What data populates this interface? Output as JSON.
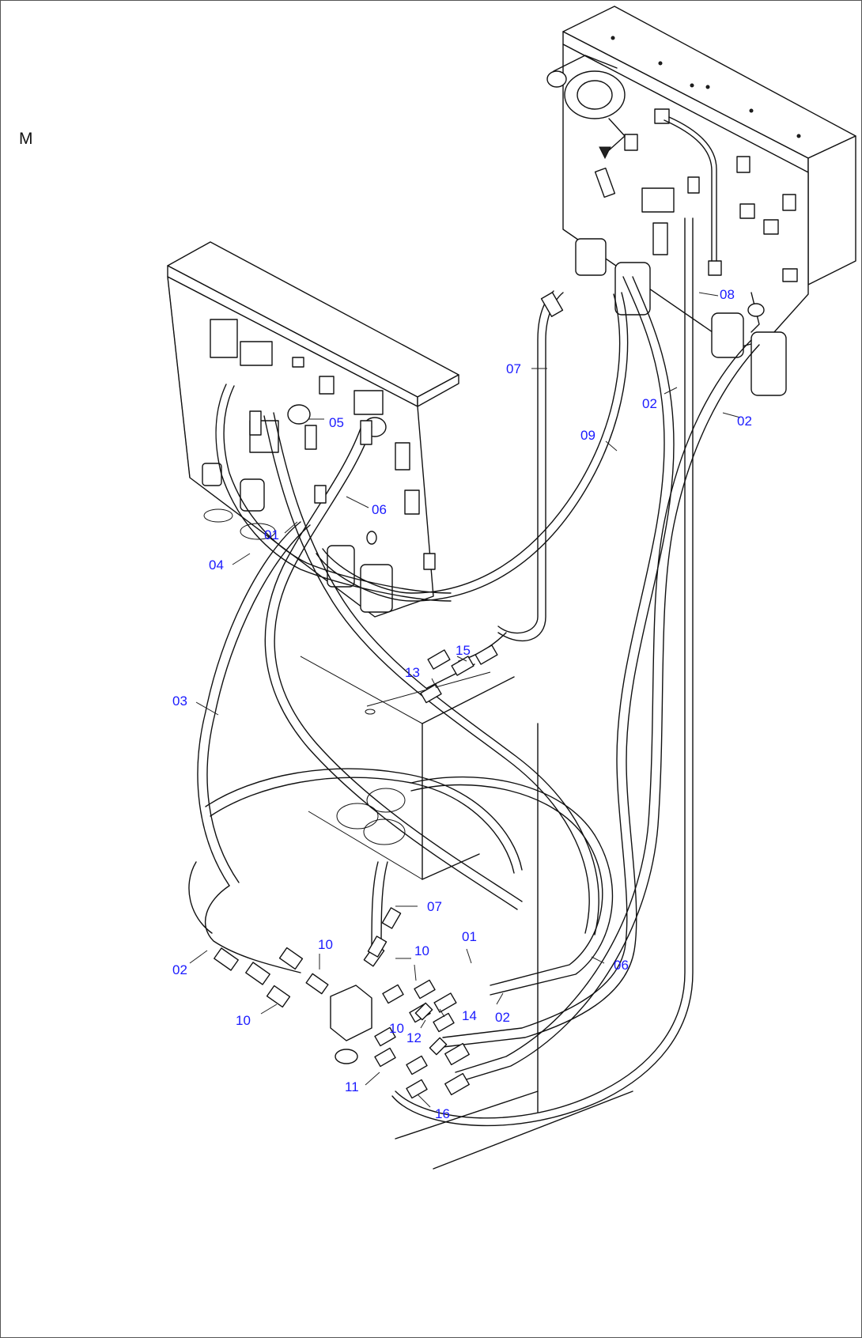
{
  "view_letter": "M",
  "callouts": {
    "c05": "05",
    "c06a": "06",
    "c01a": "01",
    "c04": "04",
    "c07a": "07",
    "c08": "08",
    "c02a": "02",
    "c02b": "02",
    "c09": "09",
    "c15": "15",
    "c13": "13",
    "c03": "03",
    "c07b": "07",
    "c10a": "10",
    "c10b": "10",
    "c10c": "10",
    "c10d": "10",
    "c01b": "01",
    "c02c": "02",
    "c02d": "02",
    "c06b": "06",
    "c14": "14",
    "c12": "12",
    "c11": "11",
    "c16": "16"
  },
  "colors": {
    "callout": "#1a1aff",
    "line": "#111111"
  }
}
